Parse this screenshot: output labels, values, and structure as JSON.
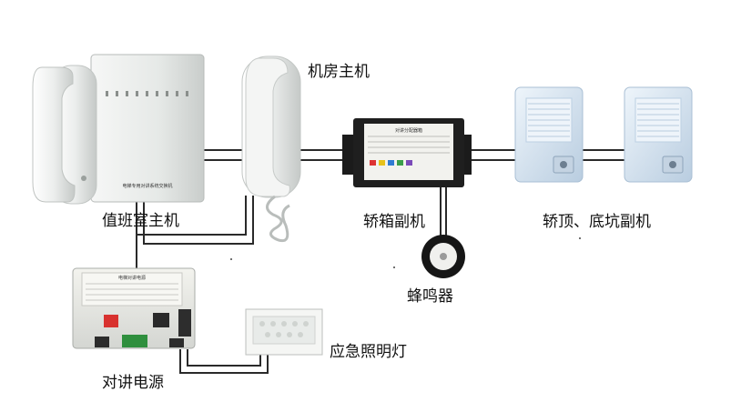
{
  "labels": {
    "machine_room_master": "机房主机",
    "duty_room_master": "值班室主机",
    "car_slave": "轿箱副机",
    "car_top_pit_slave": "轿顶、底坑副机",
    "buzzer": "蜂鸣器",
    "intercom_power": "对讲电源",
    "emergency_light": "应急照明灯"
  },
  "device_text": {
    "switch_panel_caption": "电梯专用对讲系统交换机",
    "car_box_header": "对讲分配器箱",
    "power_unit_header": "电梯对讲电源"
  },
  "colors": {
    "background": "#ffffff",
    "device_body": "#e9ecea",
    "wire": "#2a2a2a",
    "junction_box": "#1b1b1b",
    "speaker_body": "#d6e6f4"
  }
}
